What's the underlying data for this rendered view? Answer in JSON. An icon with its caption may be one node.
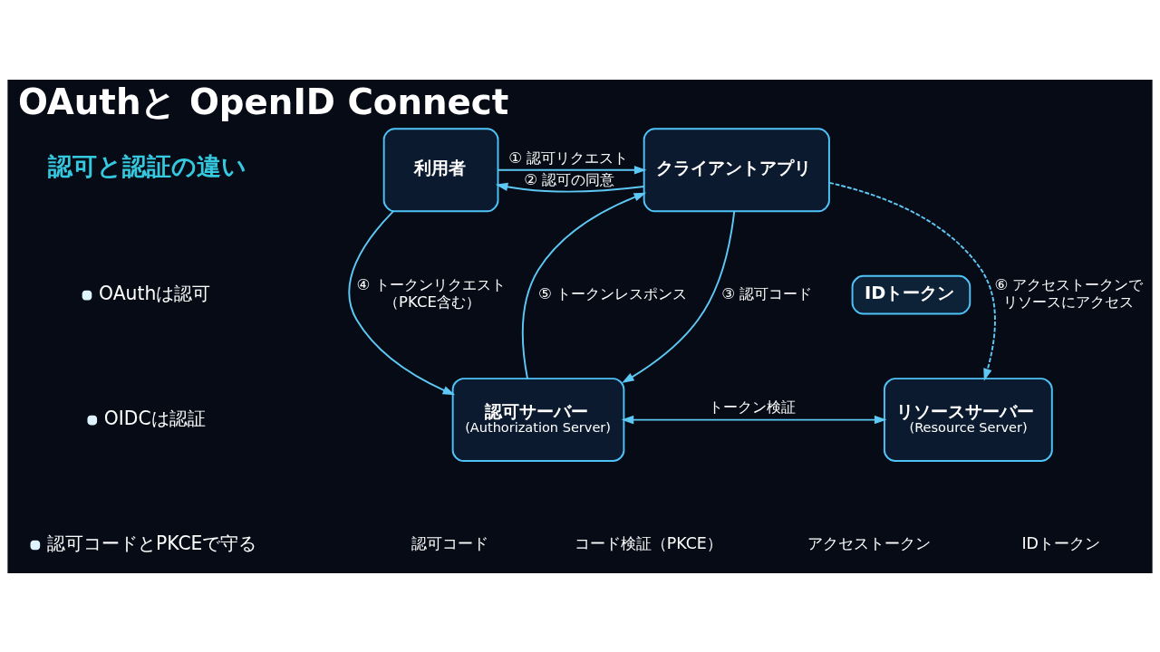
{
  "diagram": {
    "title": "OAuthと OpenID Connect",
    "nodes": [
      {
        "text": [
          "利用者"
        ]
      },
      {
        "text": [
          "クライアントアプリ"
        ]
      },
      {
        "text": [
          "認可サーバー",
          "(Authorization Server)"
        ]
      },
      {
        "text": [
          "リソースサーバー",
          "(Resource Server)"
        ]
      },
      {
        "text": [
          "IDトークン"
        ]
      }
    ],
    "edges": [
      {
        "from": 0,
        "to": 1,
        "arrow": "to",
        "label": "① 認可リクエスト"
      },
      {
        "from": 1,
        "to": 0,
        "arrow": "to",
        "label": "② 認可の同意"
      },
      {
        "from": 1,
        "to": 2,
        "arrow": "to",
        "label": "③ 認可コード"
      },
      {
        "from": 0,
        "to": 2,
        "arrow": "to",
        "label": "④ トークンリクエスト（PKCE含む）"
      },
      {
        "from": 2,
        "to": 1,
        "arrow": "to",
        "label": "⑤ トークンレスポンス"
      },
      {
        "from": 1,
        "to": 3,
        "arrow": "to",
        "label": "⑥ アクセストークンでリソースにアクセス",
        "style": "dashed"
      },
      {
        "from": 2,
        "to": 3,
        "arrow": "both",
        "label": "トークン検証"
      }
    ],
    "labels": [
      "認可と認証の違い",
      "OAuthは認可",
      "OIDCは認証",
      "認可コードとPKCEで守る"
    ],
    "legend": [
      {
        "text": "認可コード"
      },
      {
        "text": "コード検証（PKCE）"
      },
      {
        "text": "アクセストークン"
      },
      {
        "text": "IDトークン"
      }
    ]
  }
}
